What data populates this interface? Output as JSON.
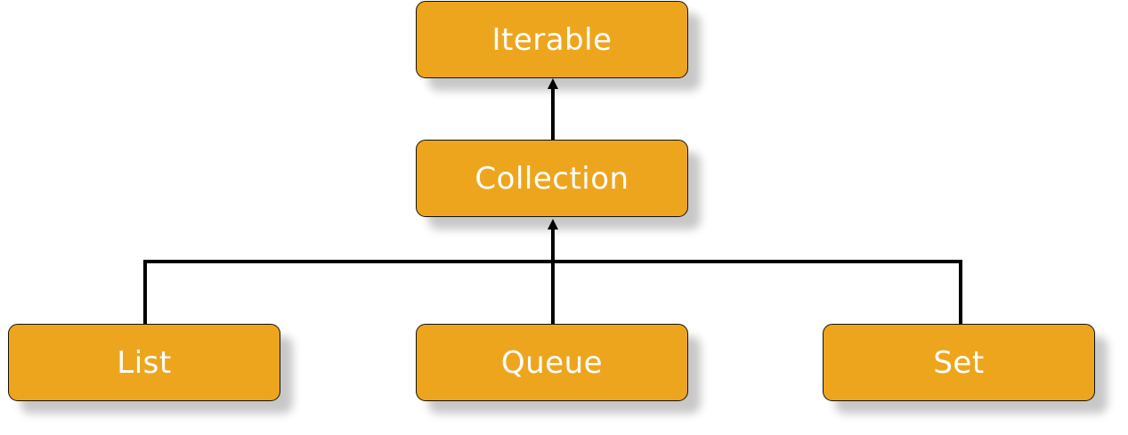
{
  "colors": {
    "node_fill": "#EEA51E",
    "node_border": "#111111",
    "node_text": "#ffffff",
    "edge": "#000000"
  },
  "nodes": {
    "iterable": "Iterable",
    "collection": "Collection",
    "list": "List",
    "queue": "Queue",
    "set": "Set"
  },
  "edges": [
    {
      "from": "collection",
      "to": "iterable"
    },
    {
      "from": "list",
      "to": "collection"
    },
    {
      "from": "queue",
      "to": "collection"
    },
    {
      "from": "set",
      "to": "collection"
    }
  ]
}
